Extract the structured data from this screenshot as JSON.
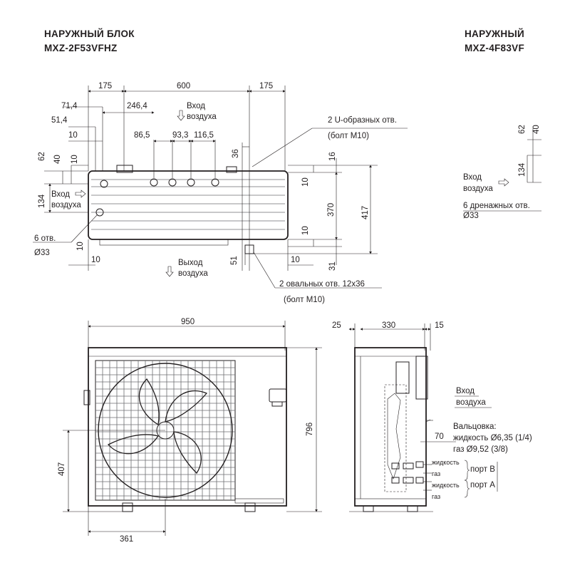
{
  "header_left": {
    "line1": "НАРУЖНЫЙ  БЛОК",
    "line2": "MXZ-2F53VFHZ"
  },
  "header_right": {
    "line1": "НАРУЖНЫЙ",
    "line2": "MXZ-4F83VF"
  },
  "top_view": {
    "dims": {
      "d175_left": "175",
      "d600": "600",
      "d175_right": "175",
      "d71_4": "71,4",
      "d246_4": "246,4",
      "d51_4": "51,4",
      "d10_a": "10",
      "d86_5": "86,5",
      "d93_3": "93,3",
      "d116_5": "116,5",
      "d62": "62",
      "d40": "40",
      "d10_b": "10",
      "d134": "134",
      "d36": "36",
      "d16": "16",
      "d10_c": "10",
      "d370": "370",
      "d417": "417",
      "d10_d": "10",
      "d51": "51",
      "d31": "31",
      "d10_e": "10",
      "d10_f": "10"
    },
    "air_in_top": [
      "Вход",
      "воздуха"
    ],
    "air_in_left": [
      "Вход",
      "воздуха"
    ],
    "air_out": [
      "Выход",
      "воздуха"
    ],
    "holes_6": [
      "6 отв.",
      "Ø33"
    ],
    "u_holes": [
      "2 U-образных отв.",
      "(болт М10)"
    ],
    "oval_holes": [
      "2 овальных отв. 12x36",
      "(болт М10)"
    ]
  },
  "front_view": {
    "d950": "950",
    "d796": "796",
    "d407": "407",
    "d361": "361"
  },
  "side_view": {
    "d25": "25",
    "d330": "330",
    "d15": "15",
    "d70": "70",
    "air_in": [
      "Вход",
      "воздуха"
    ],
    "flare": [
      "Вальцовка:",
      "жидкость Ø6,35 (1/4)",
      "газ Ø9,52 (3/8)"
    ],
    "port_b": [
      "жидкость",
      "газ",
      "порт B"
    ],
    "port_a": [
      "жидкость",
      "газ",
      "порт A"
    ]
  },
  "right_partial": {
    "d62": "62",
    "d40": "40",
    "d134": "134",
    "air_in": [
      "Вход",
      "воздуха"
    ],
    "drain": [
      "6 дренажных отв.",
      "Ø33"
    ]
  }
}
